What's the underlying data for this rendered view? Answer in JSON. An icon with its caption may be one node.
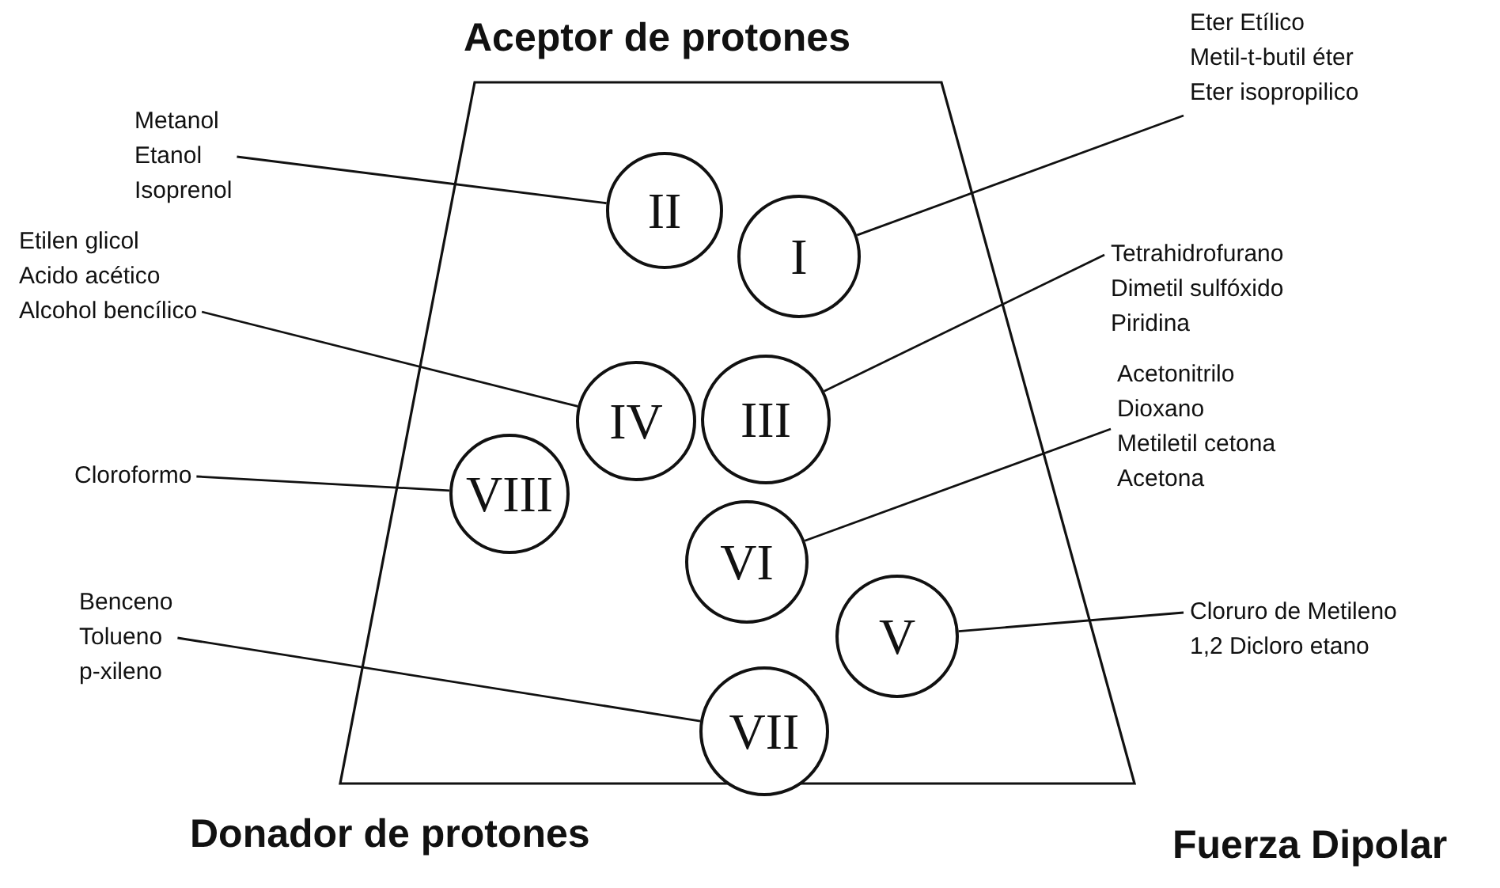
{
  "diagram": {
    "nodes": [
      {
        "text": [
          "Metanol",
          "Etanol",
          "Isoprenol"
        ]
      },
      {
        "text": [
          "Eter Etílico",
          "Metil-t-butil éter",
          "Eter isopropilico"
        ]
      },
      {
        "text": [
          "II"
        ]
      },
      {
        "text": [
          "I"
        ]
      },
      {
        "text": [
          "Etilen glicol",
          "Acido acético",
          "Alcohol bencílico"
        ]
      },
      {
        "text": [
          "Tetrahidrofurano",
          "Dimetil sulfóxido",
          "Piridina"
        ]
      },
      {
        "text": [
          "IV"
        ]
      },
      {
        "text": [
          "III"
        ]
      },
      {
        "text": [
          "Acetonitrilo",
          "Dioxano",
          "Metiletil cetona",
          "Acetona"
        ]
      },
      {
        "text": [
          "Cloroformo"
        ]
      },
      {
        "text": [
          "VIII"
        ]
      },
      {
        "text": [
          "VI"
        ]
      },
      {
        "text": [
          "Benceno",
          "Tolueno",
          "p-xileno"
        ]
      },
      {
        "text": [
          "V"
        ]
      },
      {
        "text": [
          "Cloruro de Metileno",
          "1,2 Dicloro etano"
        ]
      },
      {
        "text": [
          "VII"
        ]
      }
    ],
    "edges": [
      {
        "from": 0,
        "to": 2,
        "arrow": "none"
      },
      {
        "from": 1,
        "to": 3,
        "arrow": "none"
      },
      {
        "from": 4,
        "to": 6,
        "arrow": "none"
      },
      {
        "from": 5,
        "to": 7,
        "arrow": "none"
      },
      {
        "from": 8,
        "to": 11,
        "arrow": "none"
      },
      {
        "from": 9,
        "to": 10,
        "arrow": "none"
      },
      {
        "from": 14,
        "to": 13,
        "arrow": "none"
      },
      {
        "from": 12,
        "to": 15,
        "arrow": "none"
      }
    ],
    "labels": [
      "Aceptor de protones",
      "Donador de protones",
      "Fuerza Dipolar"
    ]
  }
}
